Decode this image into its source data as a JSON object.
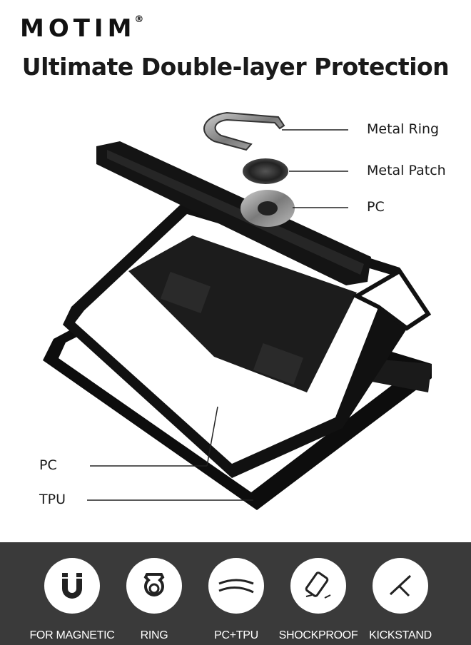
{
  "brand": {
    "name": "MOTIM",
    "registered": "®"
  },
  "headline": "Ultimate Double-layer Protection",
  "callouts": {
    "metal_ring": "Metal Ring",
    "metal_patch": "Metal Patch",
    "pc_top": "PC",
    "pc_bottom": "PC",
    "tpu": "TPU"
  },
  "features": [
    {
      "label": "FOR MAGNETIC",
      "icon": "magnet-icon"
    },
    {
      "label": "RING",
      "icon": "ring-holder-icon"
    },
    {
      "label": "PC+TPU",
      "icon": "layers-icon"
    },
    {
      "label": "SHOCKPROOF",
      "icon": "phone-shock-icon"
    },
    {
      "label": "KICKSTAND",
      "icon": "kickstand-icon"
    }
  ],
  "colors": {
    "bar": "#3a3a3a",
    "case": "#111111",
    "metal": "#8a8a8a"
  }
}
